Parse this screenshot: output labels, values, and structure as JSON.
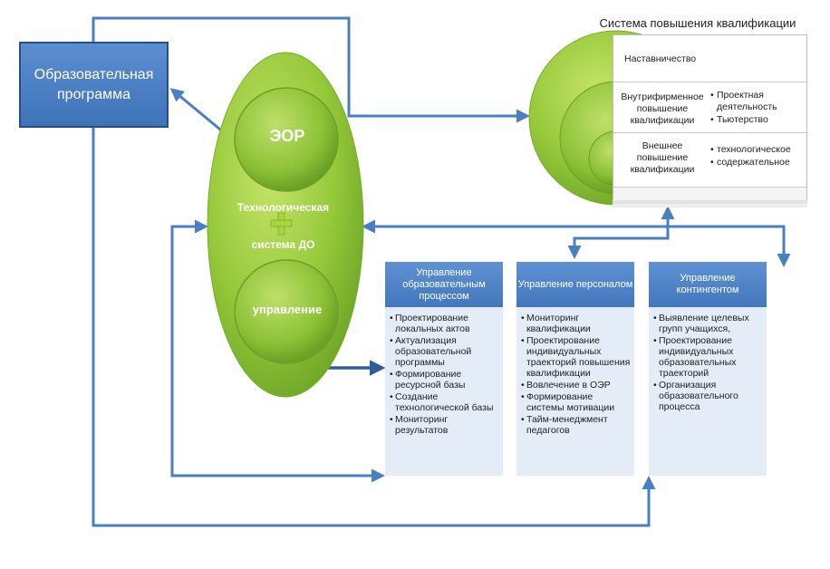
{
  "program": {
    "label": "Образовательная программа"
  },
  "center": {
    "eor": "ЭОР",
    "tech": "Технологическая",
    "plus": "+",
    "sdo": "система ДО",
    "management": "управление"
  },
  "qualification": {
    "title": "Система повышения квалификации",
    "rows": [
      {
        "name": "Наставничество",
        "items": []
      },
      {
        "name": "Внутрифирменное повышение квалификации",
        "items": [
          "Проектная деятельность",
          "Тьютерство"
        ]
      },
      {
        "name": "Внешнее повышение квалификации",
        "items": [
          "технологическое",
          "содержательное"
        ]
      }
    ]
  },
  "panels": [
    {
      "title": "Управление образовательным процессом",
      "items": [
        "Проектирование локальных актов",
        "Актуализация образовательной программы",
        "Формирование ресурсной базы",
        "Создание технологической базы",
        "Мониторинг результатов"
      ]
    },
    {
      "title": "Управление персоналом",
      "items": [
        "Мониторинг квалификации",
        "Проектирование индивидуальных траекторий повышения квалификации",
        "Вовлечение в ОЭР",
        "Формирование системы мотивации",
        "Тайм-менеджмент педагогов"
      ]
    },
    {
      "title": "Управление контингентом",
      "items": [
        "Выявление целевых групп учащихся,",
        "Проектирование индивидуальных образовательных траекторий",
        "Организация образовательного процесса"
      ]
    }
  ],
  "colors": {
    "arrow": "#4a7fc4",
    "green": "#8dc43a",
    "green_dark": "#5f9a1e",
    "panel_head": "#4f83c7",
    "panel_body": "#e4ecf7"
  }
}
